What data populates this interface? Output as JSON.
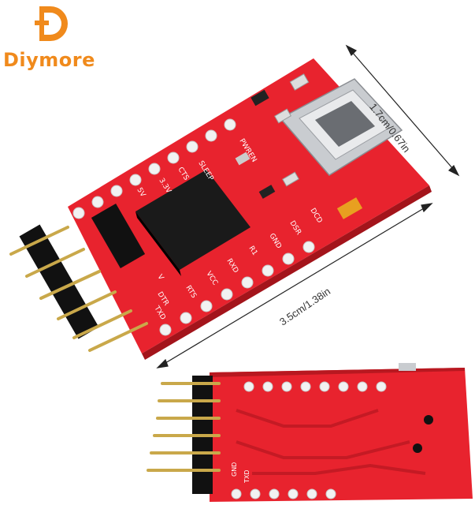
{
  "brand": {
    "logo_letter": "D",
    "name": "Diymore",
    "accent_color": "#f08a1c"
  },
  "dimensions": {
    "width_label": "1.7cm/0.67in",
    "length_label": "3.5cm/1.38in"
  },
  "board": {
    "pcb_color": "#e8232e",
    "top_labels": [
      "PWREN",
      "SLEEP",
      "CTS",
      "3.3V",
      "5V",
      "V",
      "DTR",
      "TXD",
      "RTS",
      "VCC",
      "RXD",
      "R1",
      "GND",
      "DSR",
      "DCD"
    ],
    "bottom_labels": [
      "GND",
      "TXD"
    ]
  }
}
